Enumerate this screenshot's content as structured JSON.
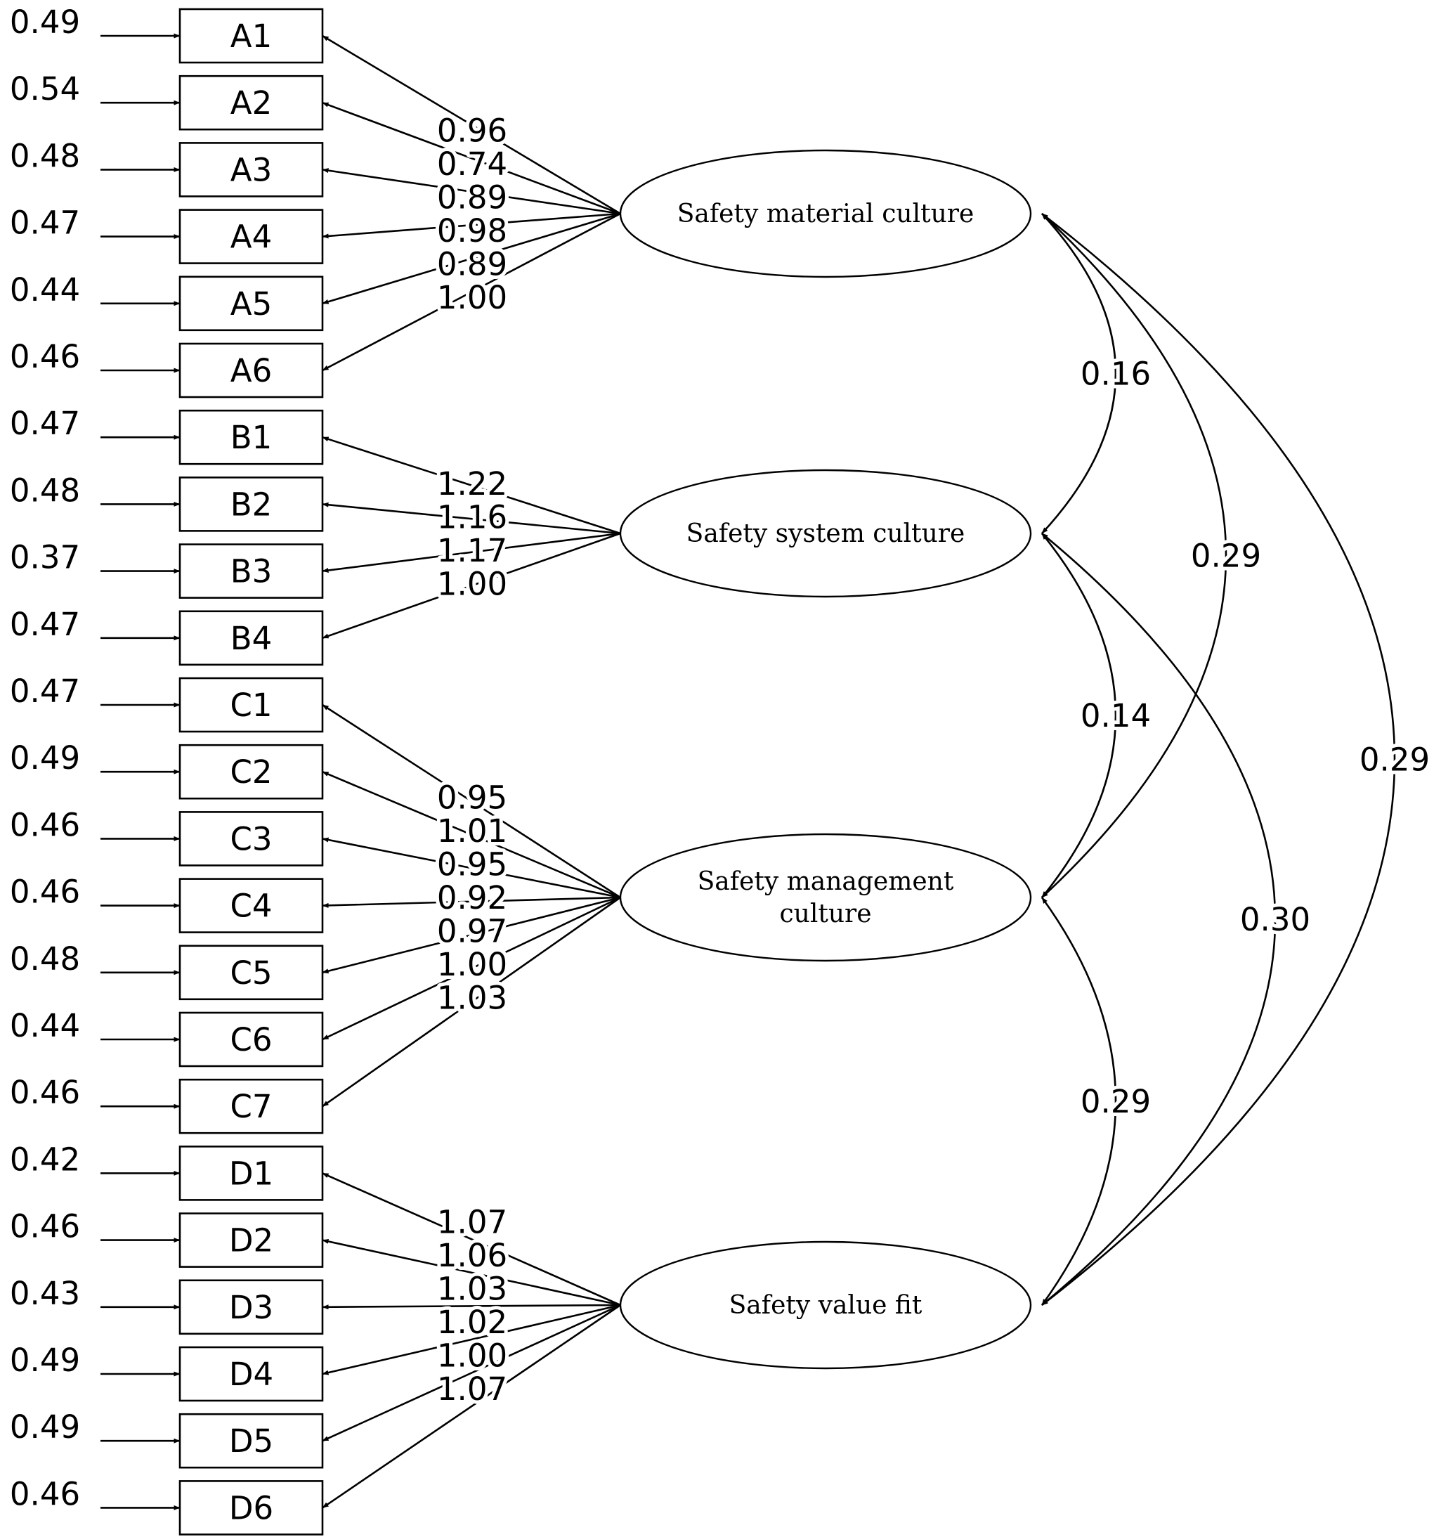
{
  "factors": [
    {
      "id": "material",
      "lines": [
        "Safety material culture"
      ]
    },
    {
      "id": "system",
      "lines": [
        "Safety system culture"
      ]
    },
    {
      "id": "management",
      "lines": [
        "Safety management",
        "culture"
      ]
    },
    {
      "id": "value",
      "lines": [
        "Safety value fit"
      ]
    }
  ],
  "indicators": [
    {
      "label": "A1",
      "error": "0.49",
      "loading": "0.96",
      "factor": 0
    },
    {
      "label": "A2",
      "error": "0.54",
      "loading": "0.74",
      "factor": 0
    },
    {
      "label": "A3",
      "error": "0.48",
      "loading": "0.89",
      "factor": 0
    },
    {
      "label": "A4",
      "error": "0.47",
      "loading": "0.98",
      "factor": 0
    },
    {
      "label": "A5",
      "error": "0.44",
      "loading": "0.89",
      "factor": 0
    },
    {
      "label": "A6",
      "error": "0.46",
      "loading": "1.00",
      "factor": 0
    },
    {
      "label": "B1",
      "error": "0.47",
      "loading": "1.22",
      "factor": 1
    },
    {
      "label": "B2",
      "error": "0.48",
      "loading": "1.16",
      "factor": 1
    },
    {
      "label": "B3",
      "error": "0.37",
      "loading": "1.17",
      "factor": 1
    },
    {
      "label": "B4",
      "error": "0.47",
      "loading": "1.00",
      "factor": 1
    },
    {
      "label": "C1",
      "error": "0.47",
      "loading": "0.95",
      "factor": 2
    },
    {
      "label": "C2",
      "error": "0.49",
      "loading": "1.01",
      "factor": 2
    },
    {
      "label": "C3",
      "error": "0.46",
      "loading": "0.95",
      "factor": 2
    },
    {
      "label": "C4",
      "error": "0.46",
      "loading": "0.92",
      "factor": 2
    },
    {
      "label": "C5",
      "error": "0.48",
      "loading": "0.97",
      "factor": 2
    },
    {
      "label": "C6",
      "error": "0.44",
      "loading": "1.00",
      "factor": 2
    },
    {
      "label": "C7",
      "error": "0.46",
      "loading": "1.03",
      "factor": 2
    },
    {
      "label": "D1",
      "error": "0.42",
      "loading": "1.07",
      "factor": 3
    },
    {
      "label": "D2",
      "error": "0.46",
      "loading": "1.06",
      "factor": 3
    },
    {
      "label": "D3",
      "error": "0.43",
      "loading": "1.03",
      "factor": 3
    },
    {
      "label": "D4",
      "error": "0.49",
      "loading": "1.02",
      "factor": 3
    },
    {
      "label": "D5",
      "error": "0.49",
      "loading": "1.00",
      "factor": 3
    },
    {
      "label": "D6",
      "error": "0.46",
      "loading": "1.07",
      "factor": 3
    }
  ],
  "covariances": [
    {
      "from": 0,
      "to": 1,
      "value": "0.16"
    },
    {
      "from": 0,
      "to": 2,
      "value": "0.29"
    },
    {
      "from": 0,
      "to": 3,
      "value": "0.29"
    },
    {
      "from": 1,
      "to": 2,
      "value": "0.14"
    },
    {
      "from": 1,
      "to": 3,
      "value": "0.30"
    },
    {
      "from": 2,
      "to": 3,
      "value": "0.29"
    }
  ]
}
